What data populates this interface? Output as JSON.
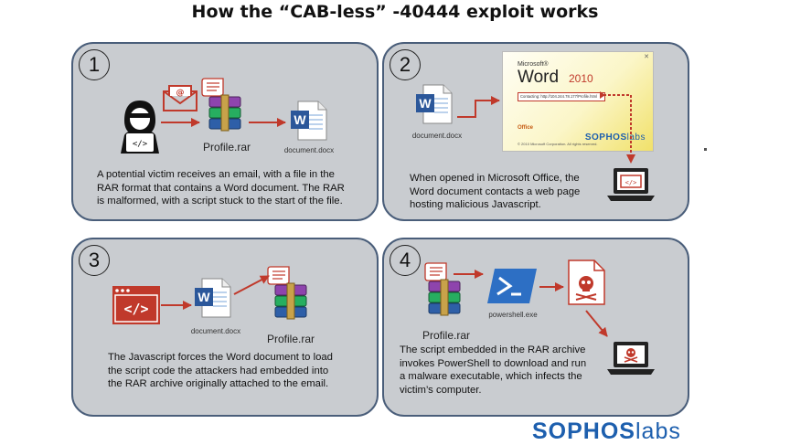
{
  "title": "How the “CAB-less” -40444 exploit works",
  "panels": [
    {
      "number": "1",
      "labels": {
        "archive": "Profile.rar",
        "document": "document.docx"
      },
      "description": [
        "A potential victim receives an email, with a file in the",
        "RAR format that contains a Word document. The RAR",
        "is malformed, with a script stuck to the start of the file."
      ]
    },
    {
      "number": "2",
      "labels": {
        "document": "document.docx"
      },
      "word_window": {
        "ms": "Microsoft®",
        "word": "Word",
        "version": "2010",
        "connecting": "Contacting: http://104.244.78.177/Profile.html",
        "office": "Office",
        "copyright": "© 2010 Microsoft Corporation. All rights reserved.",
        "brand_bold": "SOPHOS",
        "brand_light": "labs",
        "close": "✕"
      },
      "description": [
        "When opened in Microsoft Office, the",
        "Word document contacts a web page",
        "hosting malicious Javascript."
      ]
    },
    {
      "number": "3",
      "labels": {
        "document": "document.docx",
        "archive": "Profile.rar"
      },
      "description": [
        "The Javascript forces the Word document to load",
        "the script code the attackers had embedded into",
        "the RAR archive originally attached to the email."
      ]
    },
    {
      "number": "4",
      "labels": {
        "archive": "Profile.rar",
        "powershell": "powershell.exe"
      },
      "description": [
        "The script embedded in the RAR archive",
        "invokes PowerShell to download and run",
        "a malware executable, which infects the",
        "victim’s computer."
      ]
    }
  ],
  "footer": {
    "brand_bold": "SOPHOS",
    "brand_light": "labs"
  },
  "colors": {
    "panel_bg": "#c9ccd0",
    "panel_border": "#4a5e7a",
    "arrow_red": "#c0392b",
    "brand_blue": "#1d5fae"
  }
}
